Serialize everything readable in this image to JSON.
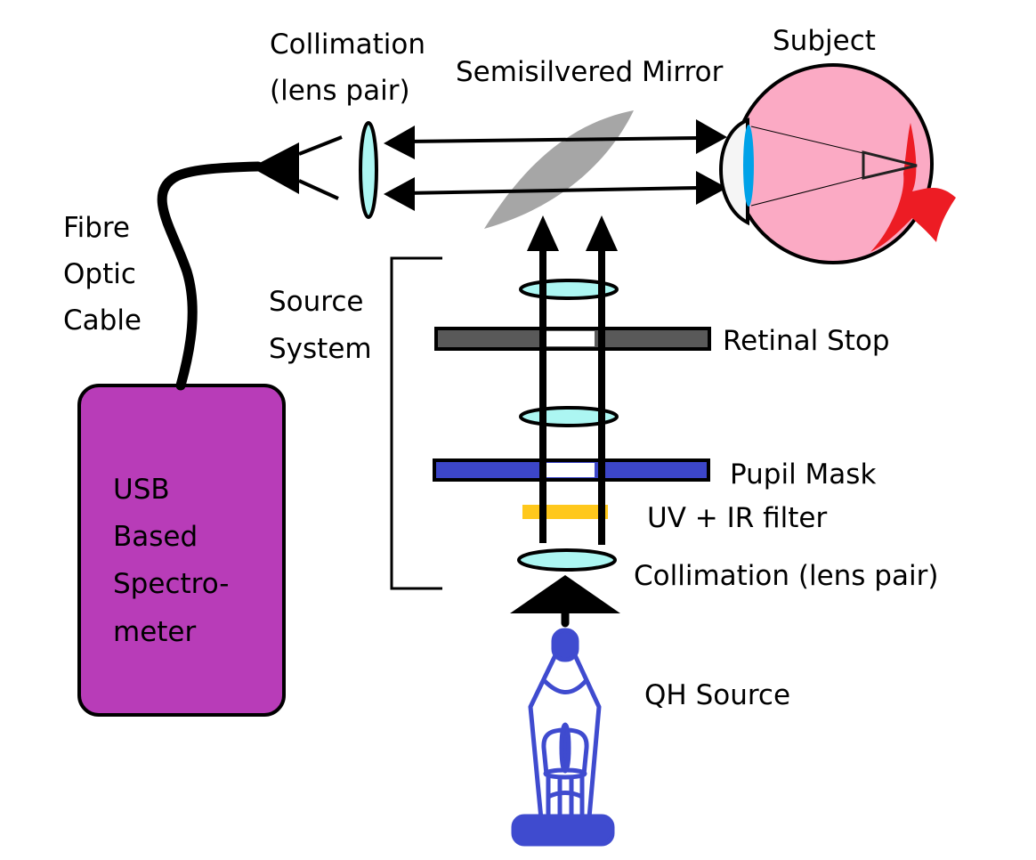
{
  "diagram": {
    "labels": {
      "collimation_top_line1": "Collimation",
      "collimation_top_line2": "(lens pair)",
      "mirror": "Semisilvered Mirror",
      "subject": "Subject",
      "fibre_line1": "Fibre",
      "fibre_line2": "Optic",
      "fibre_line3": "Cable",
      "source_line1": "Source",
      "source_line2": "System",
      "retinal_stop": "Retinal Stop",
      "pupil_mask": "Pupil Mask",
      "uv_ir_filter": "UV + IR filter",
      "collimation_bottom": "Collimation (lens pair)",
      "qh_source": "QH Source",
      "spectrometer_line1": "USB",
      "spectrometer_line2": "Based",
      "spectrometer_line3": "Spectro-",
      "spectrometer_line4": "meter"
    },
    "colors": {
      "spectrometer": "#b83cb8",
      "lens": "#acf6f2",
      "mirror": "#a6a6a6",
      "retinal_stop": "#595959",
      "pupil_mask": "#3c46c8",
      "filter": "#ffc81c",
      "lamp": "#3f4bcf",
      "eye": "#fbaac4",
      "cornea": "#f5f5f5",
      "eye_lens": "#00a2e8",
      "optic_nerve": "#ed1c24"
    }
  }
}
